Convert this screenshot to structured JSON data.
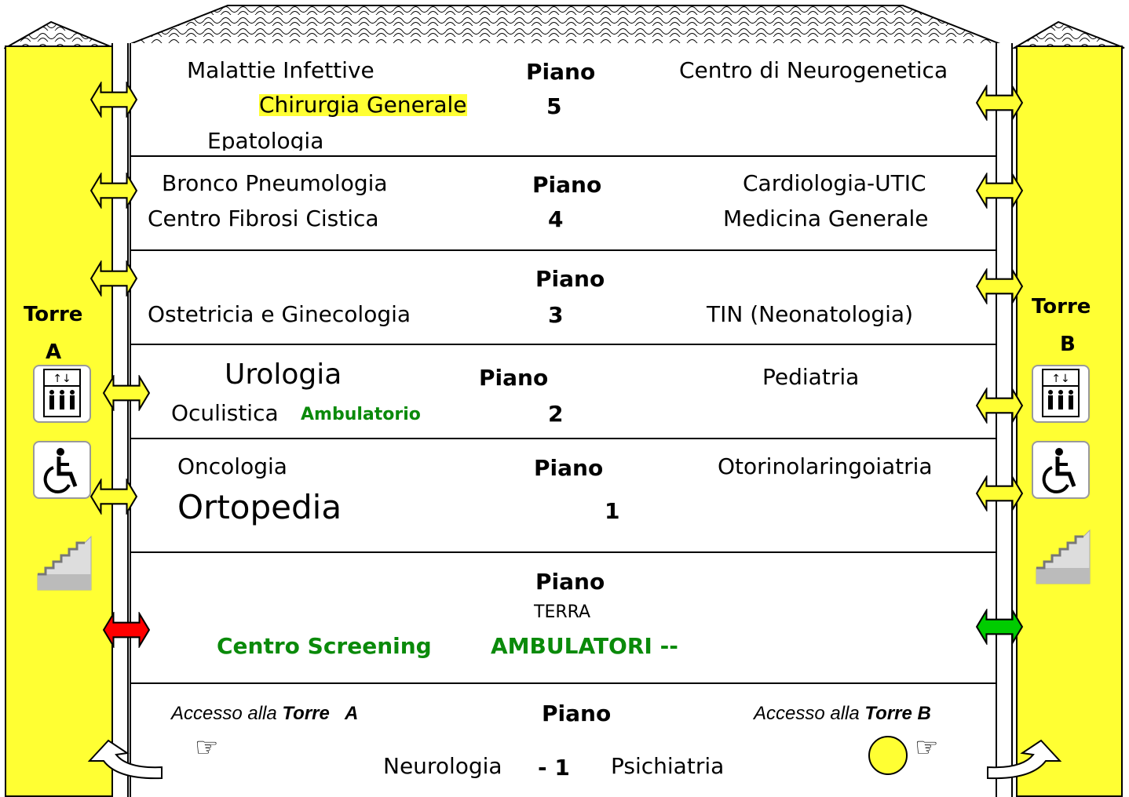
{
  "towers": {
    "a": {
      "label_1": "Torre",
      "label_2": "A"
    },
    "b": {
      "label_1": "Torre",
      "label_2": "B"
    }
  },
  "floors": {
    "f5": {
      "piano": "Piano",
      "num": "5",
      "left_1": "Malattie Infettive",
      "left_2": "Chirurgia Generale",
      "left_3": "Epatologia",
      "right_1": "Centro di Neurogenetica"
    },
    "f4": {
      "piano": "Piano",
      "num": "4",
      "left_1": "Bronco Pneumologia",
      "left_2": "Centro Fibrosi Cistica",
      "right_1": "Cardiologia-UTIC",
      "right_2": "Medicina Generale"
    },
    "f3": {
      "piano": "Piano",
      "num": "3",
      "left_1": "Ostetricia e Ginecologia",
      "right_1": "TIN (Neonatologia)"
    },
    "f2": {
      "piano": "Piano",
      "num": "2",
      "left_1": "Urologia",
      "left_2": "Oculistica",
      "left_2b": "Ambulatorio",
      "right_1": "Pediatria"
    },
    "f1": {
      "piano": "Piano",
      "num": "1",
      "left_1": "Oncologia",
      "left_2": "Ortopedia",
      "right_1": "Otorinolaringoiatria"
    },
    "f0": {
      "piano": "Piano",
      "num": "TERRA",
      "left_1": "Centro Screening",
      "center_1": "AMBULATORI --"
    },
    "fm1": {
      "piano": "Piano",
      "num": "- 1",
      "left_1": "Neurologia",
      "right_1": "Psichiatria",
      "access_a_pre": "Accesso alla ",
      "access_a_bold": "Torre   A",
      "access_b_pre": "Accesso alla ",
      "access_b_bold": "Torre B"
    }
  },
  "colors": {
    "tower": "#ffff33",
    "highlight": "#ffff33",
    "green_text": "#0a8a0a",
    "arrow_yellow": "#ffff33",
    "arrow_red": "#ff0000",
    "arrow_green": "#00cc00"
  },
  "icons": [
    "elevator-icon",
    "wheelchair-icon",
    "stairs-icon",
    "pointing-hand-icon",
    "curved-arrow-icon",
    "double-arrow-icon",
    "circle-icon"
  ]
}
